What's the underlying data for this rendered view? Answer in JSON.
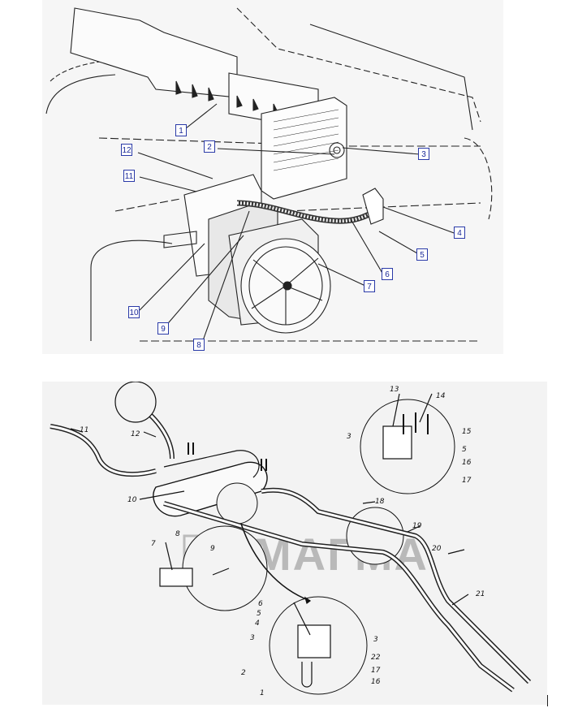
{
  "top_figure": {
    "callouts": [
      "1",
      "2",
      "3",
      "4",
      "5",
      "6",
      "7",
      "8",
      "9",
      "10",
      "11",
      "12"
    ]
  },
  "bottom_figure": {
    "labels": [
      "11",
      "12",
      "10",
      "7",
      "8",
      "9",
      "13",
      "14",
      "15",
      "3",
      "5",
      "16",
      "17",
      "18",
      "19",
      "20",
      "21",
      "6",
      "4",
      "22",
      "2",
      "1"
    ],
    "watermark": "МАГМА"
  }
}
